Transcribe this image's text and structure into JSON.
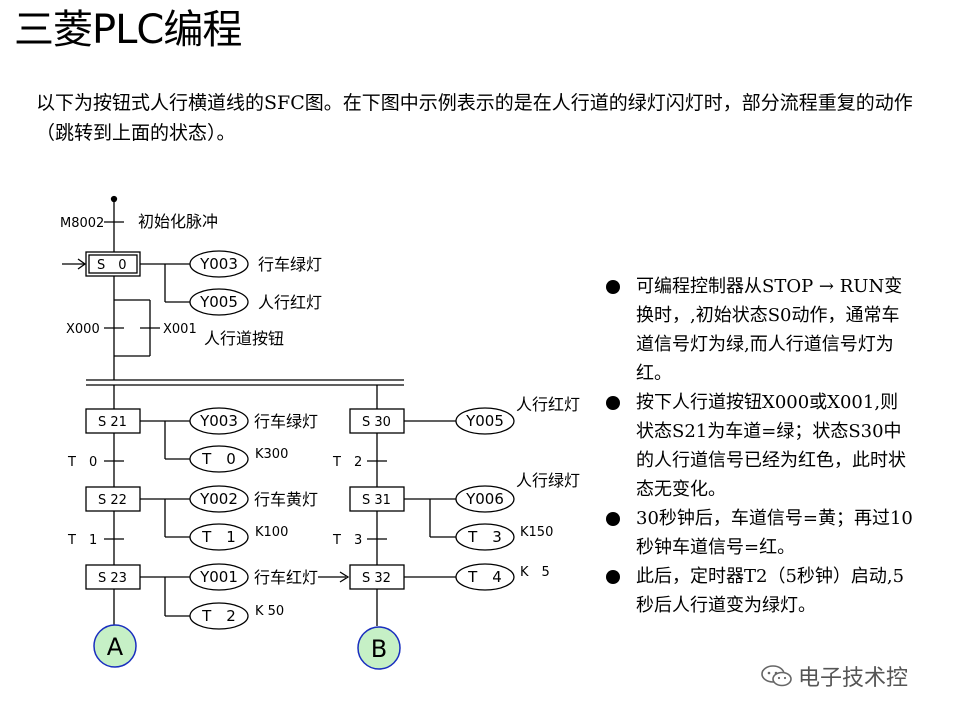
{
  "title": "三菱PLC编程",
  "intro": "以下为按钮式人行横道线的SFC图。在下图中示例表示的是在人行道的绿灯闪灯时，部分流程重复的动作（跳转到上面的状态）。",
  "diagram": {
    "init_pulse": {
      "contact": "M8002",
      "label": "初始化脉冲"
    },
    "initial_step": {
      "label": "S　0"
    },
    "initial_outputs": [
      {
        "device": "Y003",
        "label": "行车绿灯"
      },
      {
        "device": "Y005",
        "label": "人行红灯"
      }
    ],
    "button_contacts": {
      "left": "X000",
      "right": "X001",
      "label": "人行道按钮"
    },
    "left_branch": {
      "steps": [
        {
          "step": "S 21",
          "output": "Y003",
          "output_label": "行车绿灯",
          "timer": "T　0",
          "preset": "K300"
        },
        {
          "step": "S 22",
          "output": "Y002",
          "output_label": "行车黄灯",
          "timer": "T　1",
          "preset": "K100"
        },
        {
          "step": "S 23",
          "output": "Y001",
          "output_label": "行车红灯",
          "timer": "T　2",
          "preset": "K 50"
        }
      ],
      "transitions": [
        "T　0",
        "T　1"
      ],
      "connector": "A"
    },
    "right_branch": {
      "steps": [
        {
          "step": "S 30",
          "output": "Y005",
          "output_label": "人行红灯"
        },
        {
          "step": "S 31",
          "output": "Y006",
          "output_label": "人行绿灯",
          "timer": "T　3",
          "preset": "K150"
        },
        {
          "step": "S 32",
          "timer": "T　4",
          "preset": "K　5"
        }
      ],
      "transitions": [
        "T　2",
        "T　3"
      ],
      "connector": "B"
    }
  },
  "notes": [
    "可编程控制器从STOP → RUN变换时，,初始状态S0动作，通常车道信号灯为绿,而人行道信号灯为红。",
    "按下人行道按钮X000或X001,则状态S21为车道=绿；状态S30中的人行道信号已经为红色，此时状态无变化。",
    "30秒钟后，车道信号=黄；再过10秒钟车道信号=红。",
    "此后，定时器T2（5秒钟）启动,5秒后人行道变为绿灯。"
  ],
  "watermark": "电子技术控",
  "colors": {
    "connector_fill": "#c6f0c6",
    "connector_stroke": "#1a2fbf"
  }
}
